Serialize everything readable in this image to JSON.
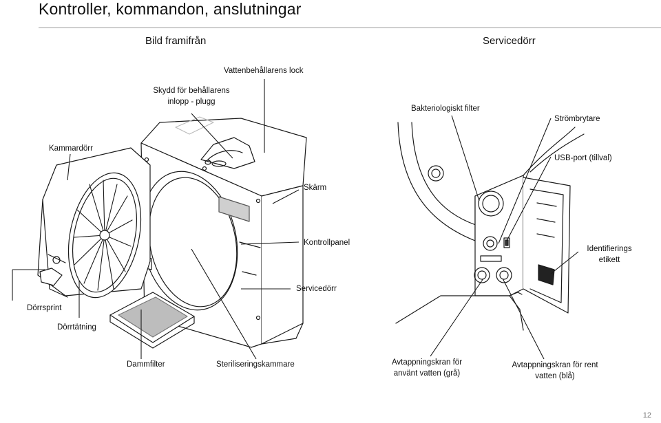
{
  "page": {
    "title": "Kontroller, kommandon, anslutningar",
    "page_number": "12"
  },
  "front": {
    "heading": "Bild framifrån",
    "labels": {
      "vattenbehallarens_lock": "Vattenbehållarens lock",
      "skydd_line1": "Skydd för behållarens",
      "skydd_line2": "inlopp - plugg",
      "kammardorr": "Kammardörr",
      "skarm": "Skärm",
      "kontrollpanel": "Kontrollpanel",
      "servicedorr": "Servicedörr",
      "dorrsprint": "Dörrsprint",
      "dorrtatning": "Dörrtätning",
      "dammfilter": "Dammfilter",
      "steriliseringskammare": "Steriliseringskammare"
    }
  },
  "service": {
    "heading": "Servicedörr",
    "labels": {
      "bakteriologiskt_filter": "Bakteriologiskt filter",
      "strombrytare": "Strömbrytare",
      "usb_port": "USB-port (tillval)",
      "identifierings_line1": "Identifierings",
      "identifierings_line2": "etikett",
      "avtapp_grey_line1": "Avtappningskran för",
      "avtapp_grey_line2": "använt vatten (grå)",
      "avtapp_blue_line1": "Avtappningskran för rent",
      "avtapp_blue_line2": "vatten (blå)"
    }
  }
}
